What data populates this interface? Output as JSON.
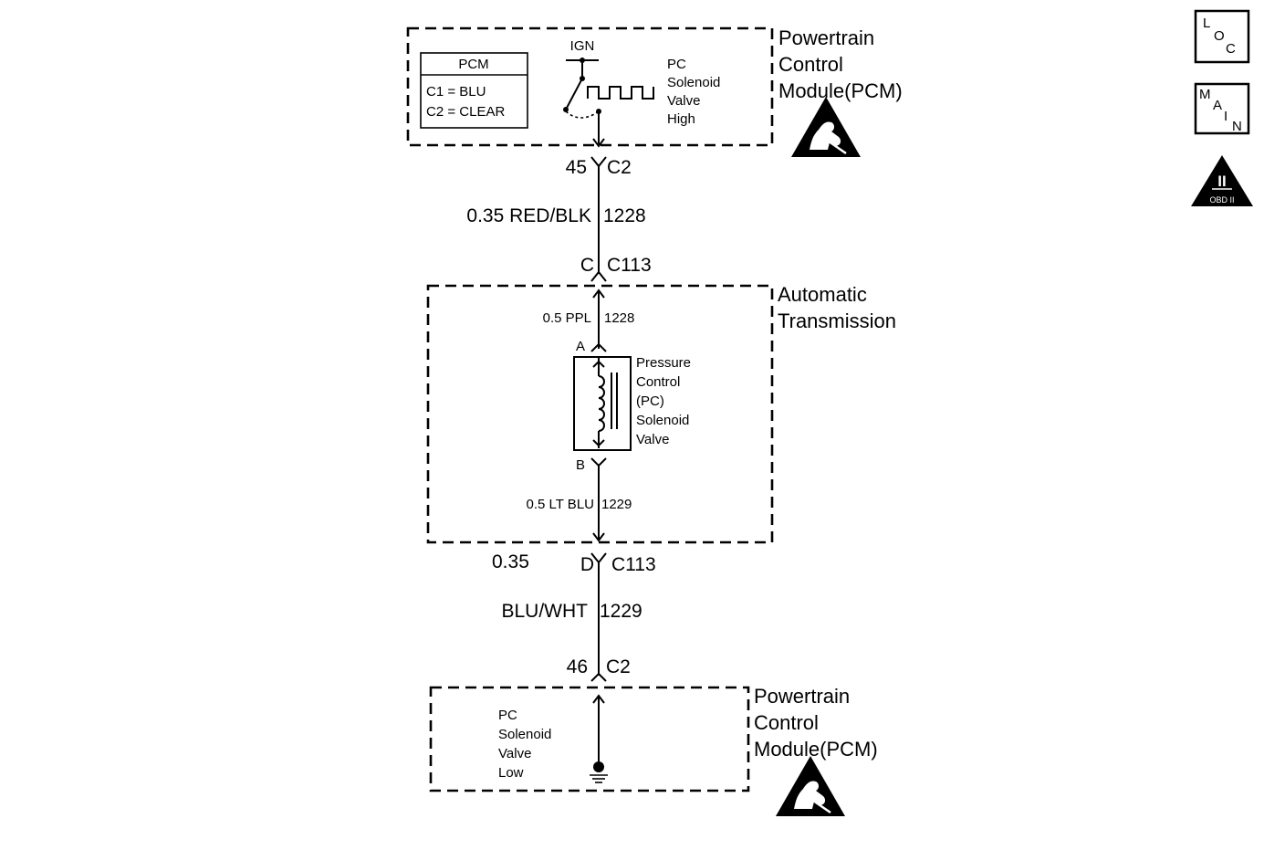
{
  "pcm_top": {
    "title_lines": [
      "Powertrain",
      "Control",
      "Module(PCM)"
    ],
    "connector_box": {
      "title": "PCM",
      "line1": "C1 = BLU",
      "line2": "C2 = CLEAR"
    },
    "ign_label": "IGN",
    "signal_lines": [
      "PC",
      "Solenoid",
      "Valve",
      "High"
    ],
    "esd_icon": "esd-warning-icon"
  },
  "pin_45": {
    "pin": "45",
    "connector": "C2"
  },
  "wire_top": {
    "spec": "0.35 RED/BLK",
    "circuit": "1228"
  },
  "c113_c": {
    "pin": "C",
    "connector": "C113"
  },
  "transmission": {
    "title_lines": [
      "Automatic",
      "Transmission"
    ],
    "wire_in": {
      "spec": "0.5 PPL",
      "circuit": "1228"
    },
    "pin_a": "A",
    "solenoid_lines": [
      "Pressure",
      "Control",
      "(PC)",
      "Solenoid",
      "Valve"
    ],
    "pin_b": "B",
    "wire_out": {
      "spec": "0.5 LT BLU",
      "circuit": "1229"
    }
  },
  "c113_d": {
    "gauge": "0.35",
    "pin": "D",
    "connector": "C113"
  },
  "wire_bottom": {
    "spec": "BLU/WHT",
    "circuit": "1229"
  },
  "pin_46": {
    "pin": "46",
    "connector": "C2"
  },
  "pcm_bottom": {
    "title_lines": [
      "Powertrain",
      "Control",
      "Module(PCM)"
    ],
    "signal_lines": [
      "PC",
      "Solenoid",
      "Valve",
      "Low"
    ],
    "esd_icon": "esd-warning-icon"
  },
  "side_icons": {
    "loc": {
      "l": "L",
      "o": "O",
      "c": "C"
    },
    "main": {
      "m": "M",
      "a": "A",
      "i": "I",
      "n": "N"
    },
    "obd": {
      "numeral": "II",
      "label": "OBD II"
    }
  }
}
